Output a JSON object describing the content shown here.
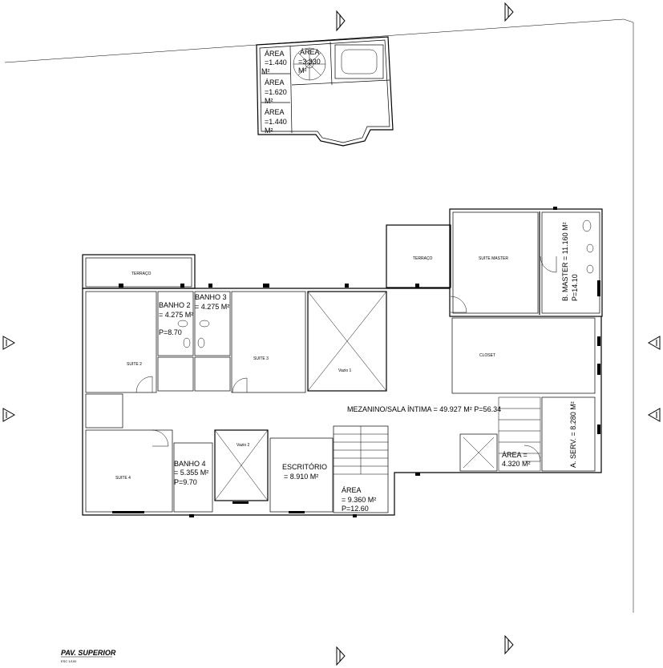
{
  "drawing": {
    "title": "PAV. SUPERIOR",
    "scale_note": "ESC 1/100"
  },
  "top_block": {
    "area1": [
      "ÁREA",
      "=1.440",
      "M²"
    ],
    "area2": [
      "ÁREA",
      "=1.620",
      "M²"
    ],
    "area3": [
      "ÁREA",
      "=1.440",
      "M²"
    ],
    "area_stair": [
      "ÁREA",
      "=3.330",
      "M²"
    ]
  },
  "rooms": {
    "terraco_left": "TERRAÇO",
    "terraco_right": "TERRAÇO",
    "suite_master": "SUITE MASTER",
    "suite2": "SUITE 2",
    "suite3": "SUITE 3",
    "suite4": "SUITE 4",
    "vazio1": "Vazio 1",
    "vazio2": "Vazio 2",
    "closet": "CLOSET",
    "banho2": [
      "BANHO 2",
      "= 4.275 M²",
      "P=8.70"
    ],
    "banho3": [
      "BANHO 3",
      "= 4.275 M²"
    ],
    "banho4": [
      "BANHO 4",
      "= 5.355 M²",
      "P=9.70"
    ],
    "escritorio": [
      "ESCRITÓRIO",
      "= 8.910 M²"
    ],
    "area_stair": [
      "ÁREA",
      "= 9.360 M²",
      "P=12.60"
    ],
    "mezanino": "MEZANINO/SALA ÍNTIMA = 49.927 M²   P=56.34",
    "b_master": [
      "B. MASTER = 11.160 M²",
      "P=14.10"
    ],
    "a_serv": "A. SERV. = 8.280 M²",
    "area_small": [
      "ÁREA =",
      "4.320 M²"
    ]
  }
}
